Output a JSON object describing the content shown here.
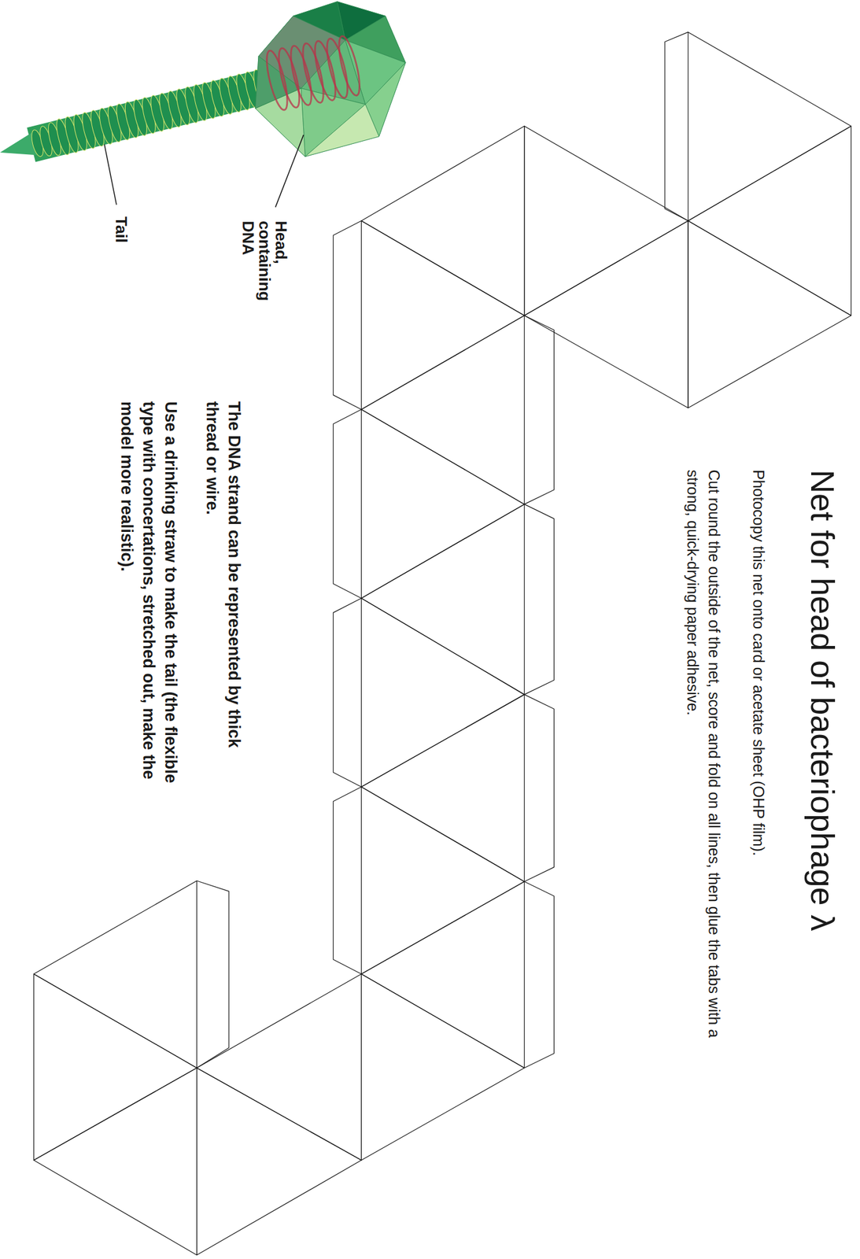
{
  "diagram": {
    "title": "Net for head of bacteriophage λ",
    "labels": [
      "Photocopy this net onto card or acetate sheet (OHP film).",
      "Cut round the outside of the net, score and fold on all lines, then glue the tabs with a strong, quick-drying paper adhesive.",
      "Head, containing DNA",
      "Tail",
      "The DNA strand can be represented by thick thread or wire.",
      "Use a drinking straw to make the tail (the flexible type with concertations, stretched out, make the model more realistic)."
    ]
  }
}
